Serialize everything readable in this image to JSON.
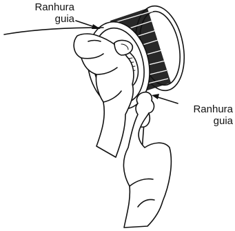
{
  "labels": {
    "top_guide_slot": {
      "line1": "Ranhura",
      "line2": "guia"
    },
    "bottom_guide_slot": {
      "line1": "Ranhura",
      "line2": "guia"
    }
  },
  "colors": {
    "ink": "#111111",
    "background": "#ffffff"
  }
}
